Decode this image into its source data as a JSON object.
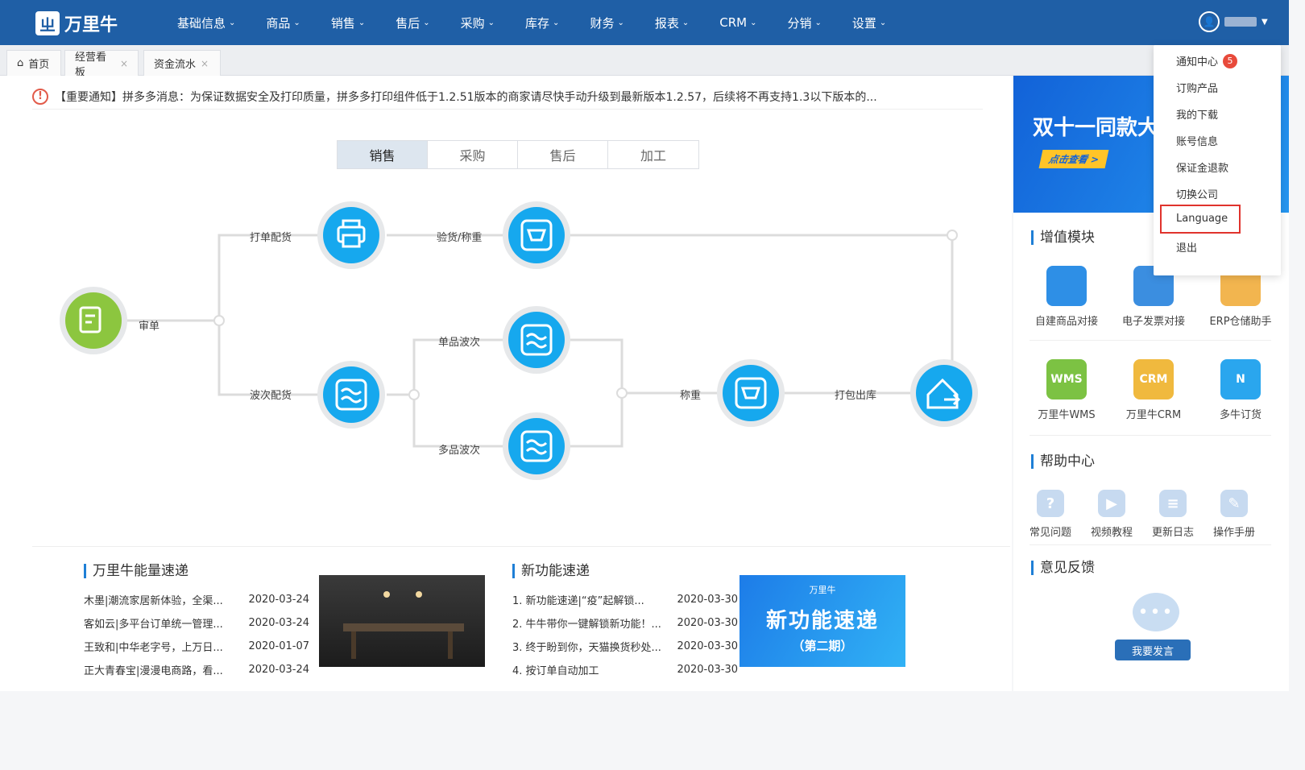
{
  "app": {
    "logo_text": "万里牛",
    "logo_mark": "ㄓ"
  },
  "nav": [
    {
      "label": "基础信息"
    },
    {
      "label": "商品"
    },
    {
      "label": "销售"
    },
    {
      "label": "售后"
    },
    {
      "label": "采购"
    },
    {
      "label": "库存"
    },
    {
      "label": "财务"
    },
    {
      "label": "报表"
    },
    {
      "label": "CRM"
    },
    {
      "label": "分销"
    },
    {
      "label": "设置"
    }
  ],
  "tabs": [
    {
      "label": "首页"
    },
    {
      "label": "经营看板"
    },
    {
      "label": "资金流水"
    }
  ],
  "notice": {
    "icon": "!",
    "text": "【重要通知】拼多多消息：为保证数据安全及打印质量，拼多多打印组件低于1.2.51版本的商家请尽快手动升级到最新版本1.2.57，后续将不再支持1.3以下版本的..."
  },
  "segment": {
    "items": [
      "销售",
      "采购",
      "售后",
      "加工"
    ],
    "active": 0
  },
  "flow": {
    "labels": {
      "review": "审单",
      "print_pick": "打单配货",
      "inspect_weigh": "验货/称重",
      "single_wave": "单品波次",
      "wave_pick": "波次配货",
      "multi_wave": "多品波次",
      "weigh": "称重",
      "pack_out": "打包出库"
    }
  },
  "news": {
    "title": "万里牛能量速递",
    "items": [
      {
        "text": "木墨|潮流家居新体验，全渠...",
        "date": "2020-03-24"
      },
      {
        "text": "客如云|多平台订单统一管理...",
        "date": "2020-03-24"
      },
      {
        "text": "王致和|中华老字号，上万日...",
        "date": "2020-01-07"
      },
      {
        "text": "正大青春宝|漫漫电商路，看...",
        "date": "2020-03-24"
      }
    ]
  },
  "features": {
    "title": "新功能速递",
    "items": [
      {
        "text": "1. 新功能速递|“疫”起解锁...",
        "date": "2020-03-30"
      },
      {
        "text": "2. 牛牛带你一键解锁新功能！...",
        "date": "2020-03-30"
      },
      {
        "text": "3. 终于盼到你，天猫换货秒处...",
        "date": "2020-03-30"
      },
      {
        "text": "4. 按订单自动加工",
        "date": "2020-03-30"
      }
    ],
    "banner_brand": "万里牛",
    "banner_title": "新功能速递",
    "banner_sub": "（第二期）"
  },
  "side": {
    "banner_title": "双十一同款大",
    "banner_btn": "点击查看 >",
    "value_modules_title": "增值模块",
    "modules_row1": [
      {
        "label": "自建商品对接",
        "icon_text": "",
        "color": "#2e8fe6"
      },
      {
        "label": "电子发票对接",
        "icon_text": "",
        "color": "#3b8ee0"
      },
      {
        "label": "ERP仓储助手",
        "icon_text": "",
        "color": "#f2b54f"
      }
    ],
    "modules_row2": [
      {
        "label": "万里牛WMS",
        "icon_text": "WMS",
        "color": "#7cc243"
      },
      {
        "label": "万里牛CRM",
        "icon_text": "CRM",
        "color": "#f0b93e"
      },
      {
        "label": "多牛订货",
        "icon_text": "N",
        "color": "#2aa6ee"
      }
    ],
    "help_title": "帮助中心",
    "help": [
      {
        "label": "常见问题",
        "icon_text": "?"
      },
      {
        "label": "视频教程",
        "icon_text": "▶"
      },
      {
        "label": "更新日志",
        "icon_text": "≡"
      },
      {
        "label": "操作手册",
        "icon_text": "✎"
      }
    ],
    "feedback_title": "意见反馈",
    "feedback_btn": "我要发言",
    "feedback_icon": "•••"
  },
  "dropdown": {
    "items": [
      {
        "label": "通知中心",
        "badge": "5"
      },
      {
        "label": "订购产品"
      },
      {
        "label": "我的下载"
      },
      {
        "label": "账号信息"
      },
      {
        "label": "保证金退款"
      },
      {
        "label": "切换公司"
      },
      {
        "label": "Language"
      },
      {
        "label": "退出"
      }
    ]
  }
}
